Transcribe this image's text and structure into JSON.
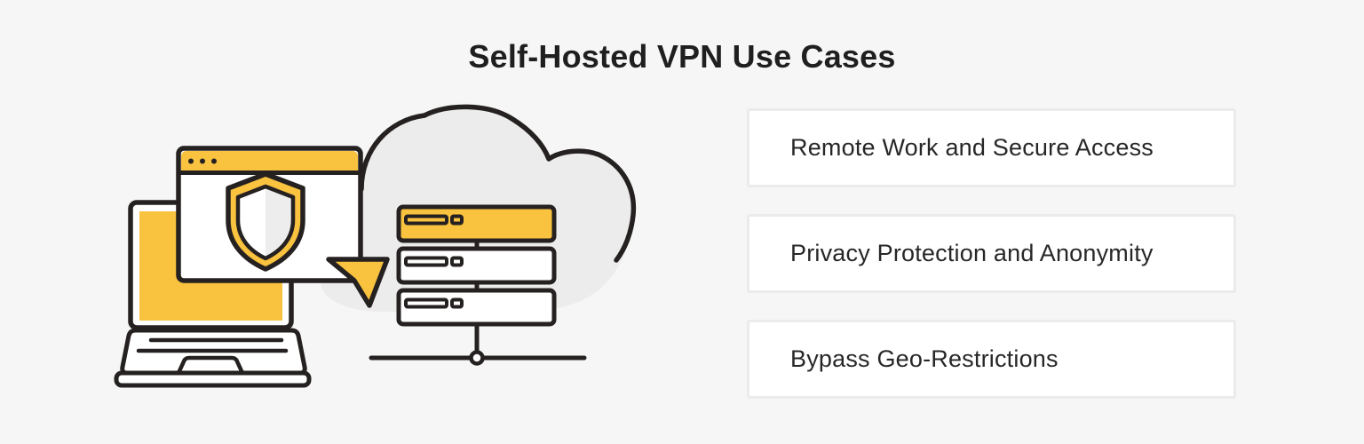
{
  "title": "Self-Hosted VPN Use Cases",
  "use_cases": [
    {
      "label": "Remote Work and Secure Access"
    },
    {
      "label": "Privacy Protection and Anonymity"
    },
    {
      "label": "Bypass Geo-Restrictions"
    }
  ],
  "illustration": {
    "icons": [
      "laptop-icon",
      "browser-window-icon",
      "shield-icon",
      "cursor-icon",
      "cloud-icon",
      "server-rack-icon",
      "network-line-icon"
    ]
  },
  "colors": {
    "background": "#F6F6F6",
    "accent_yellow": "#F9C23F",
    "outline_dark": "#262121",
    "cloud_gray": "#ECECEC",
    "shield_inner_gray": "#EDEDED",
    "card_background": "#FFFFFF",
    "card_border": "#EBEBEB",
    "title_text": "#1F1F1F",
    "card_text": "#272727"
  }
}
